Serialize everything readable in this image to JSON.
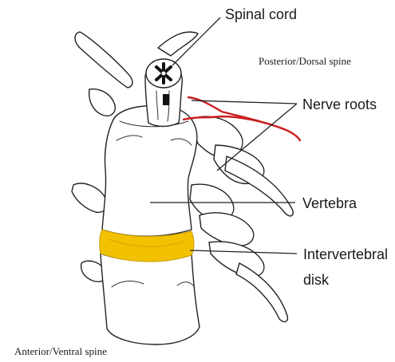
{
  "labels": {
    "spinal_cord": "Spinal cord",
    "posterior": "Posterior/Dorsal spine",
    "nerve_roots": "Nerve roots",
    "vertebra": "Vertebra",
    "disk_line1": "Intervertebral",
    "disk_line2": "disk",
    "anterior": "Anterior/Ventral spine"
  },
  "colors": {
    "nerve_root": "#cc1f1f",
    "disk": "#f2c200",
    "ink": "#222222"
  }
}
